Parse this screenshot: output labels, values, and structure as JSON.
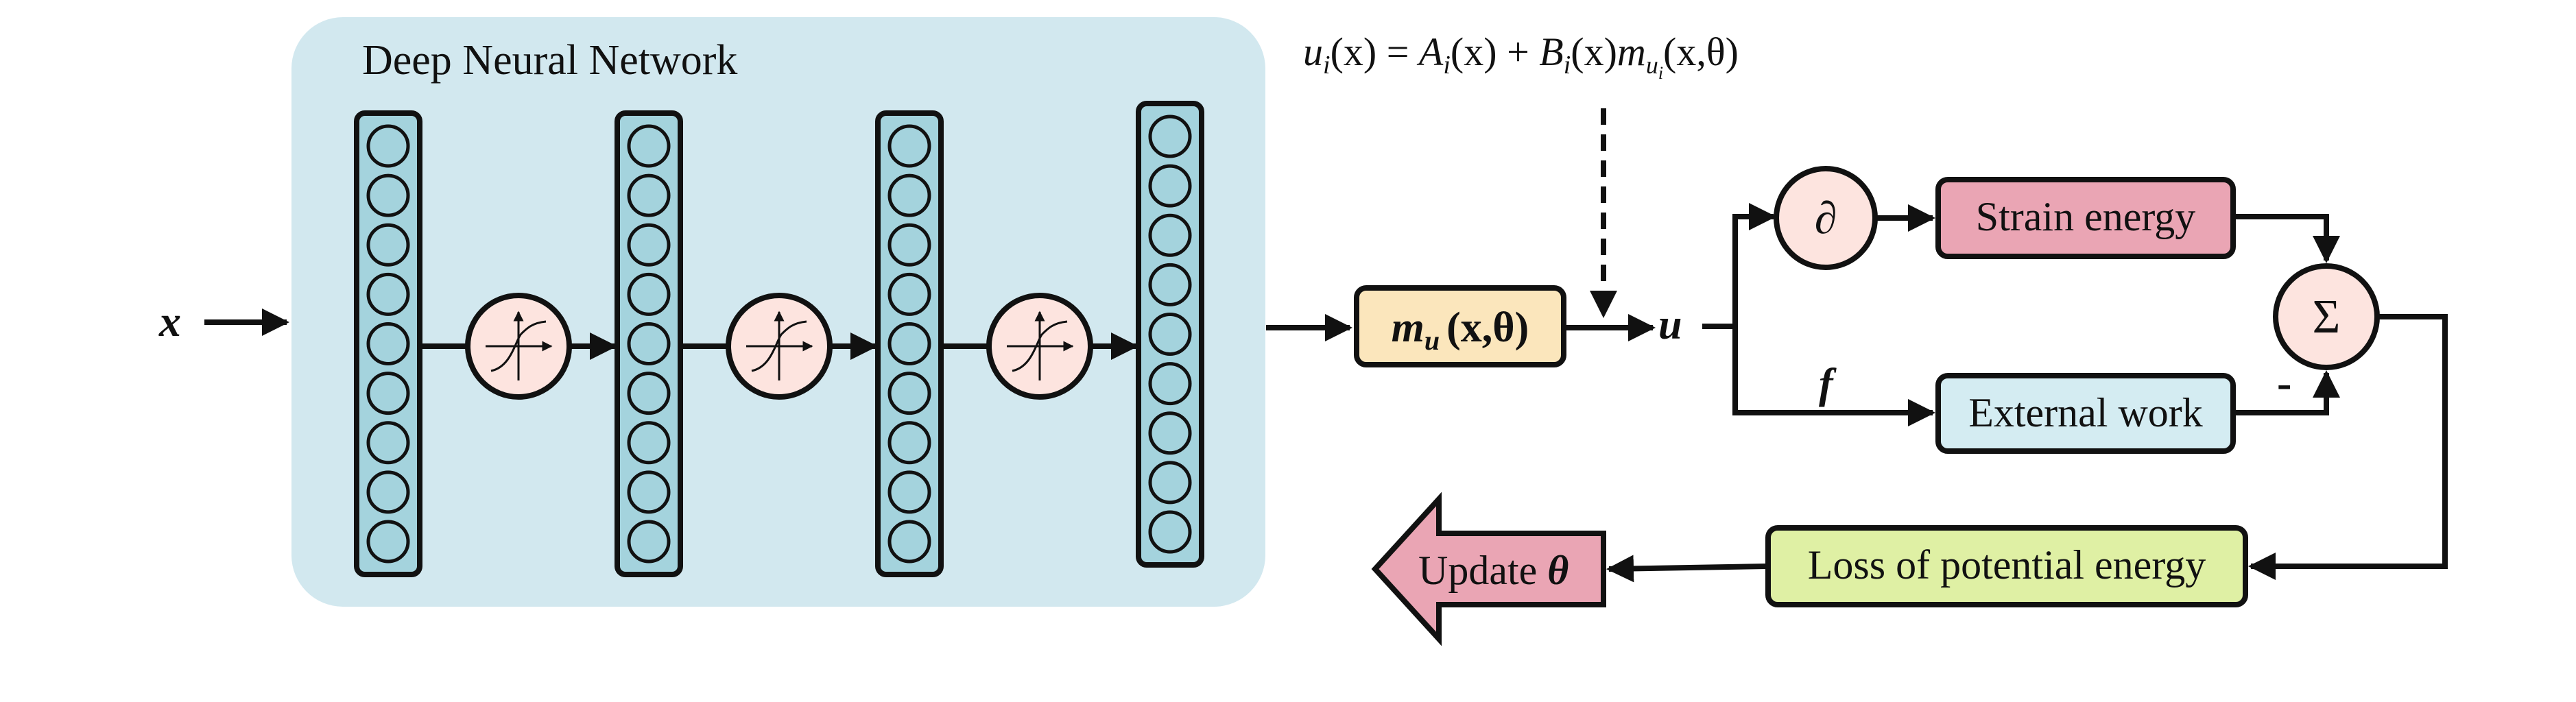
{
  "network": {
    "title": "Deep Neural Network",
    "layers": [
      9,
      9,
      9,
      9
    ],
    "activation_icon": "activation-function-icon"
  },
  "labels": {
    "input": "x",
    "mu_m": "m",
    "mu_sub": "u",
    "mu_args": "(x,θ)",
    "u": "u",
    "f": "f",
    "minus": "-"
  },
  "formula": {
    "lhs_u": "u",
    "lhs_i": "i",
    "lhs_arg": "(x)",
    "eq": " = ",
    "A": "A",
    "A_i": "i",
    "A_arg": "(x)",
    "plus": " + ",
    "B": "B",
    "B_i": "i",
    "B_arg": "(x)",
    "m": "m",
    "m_sub": "u",
    "m_subsub": "i",
    "m_args": "(x,θ)"
  },
  "nodes": {
    "partial": "∂",
    "strain": "Strain energy",
    "external": "External work",
    "sum": "Σ",
    "loss": "Loss of potential energy",
    "update_prefix": "Update ",
    "update_theta": "θ"
  },
  "colors": {
    "dnn_bg": "#d2e8ef",
    "layer": "#a4d3dd",
    "activation": "#fde4df",
    "mu_box": "#fbe6bc",
    "strain_box": "#eaa5b4",
    "external_box": "#d4ecf2",
    "loss_box": "#dff0a4",
    "update_arrow": "#eaa5b4"
  }
}
